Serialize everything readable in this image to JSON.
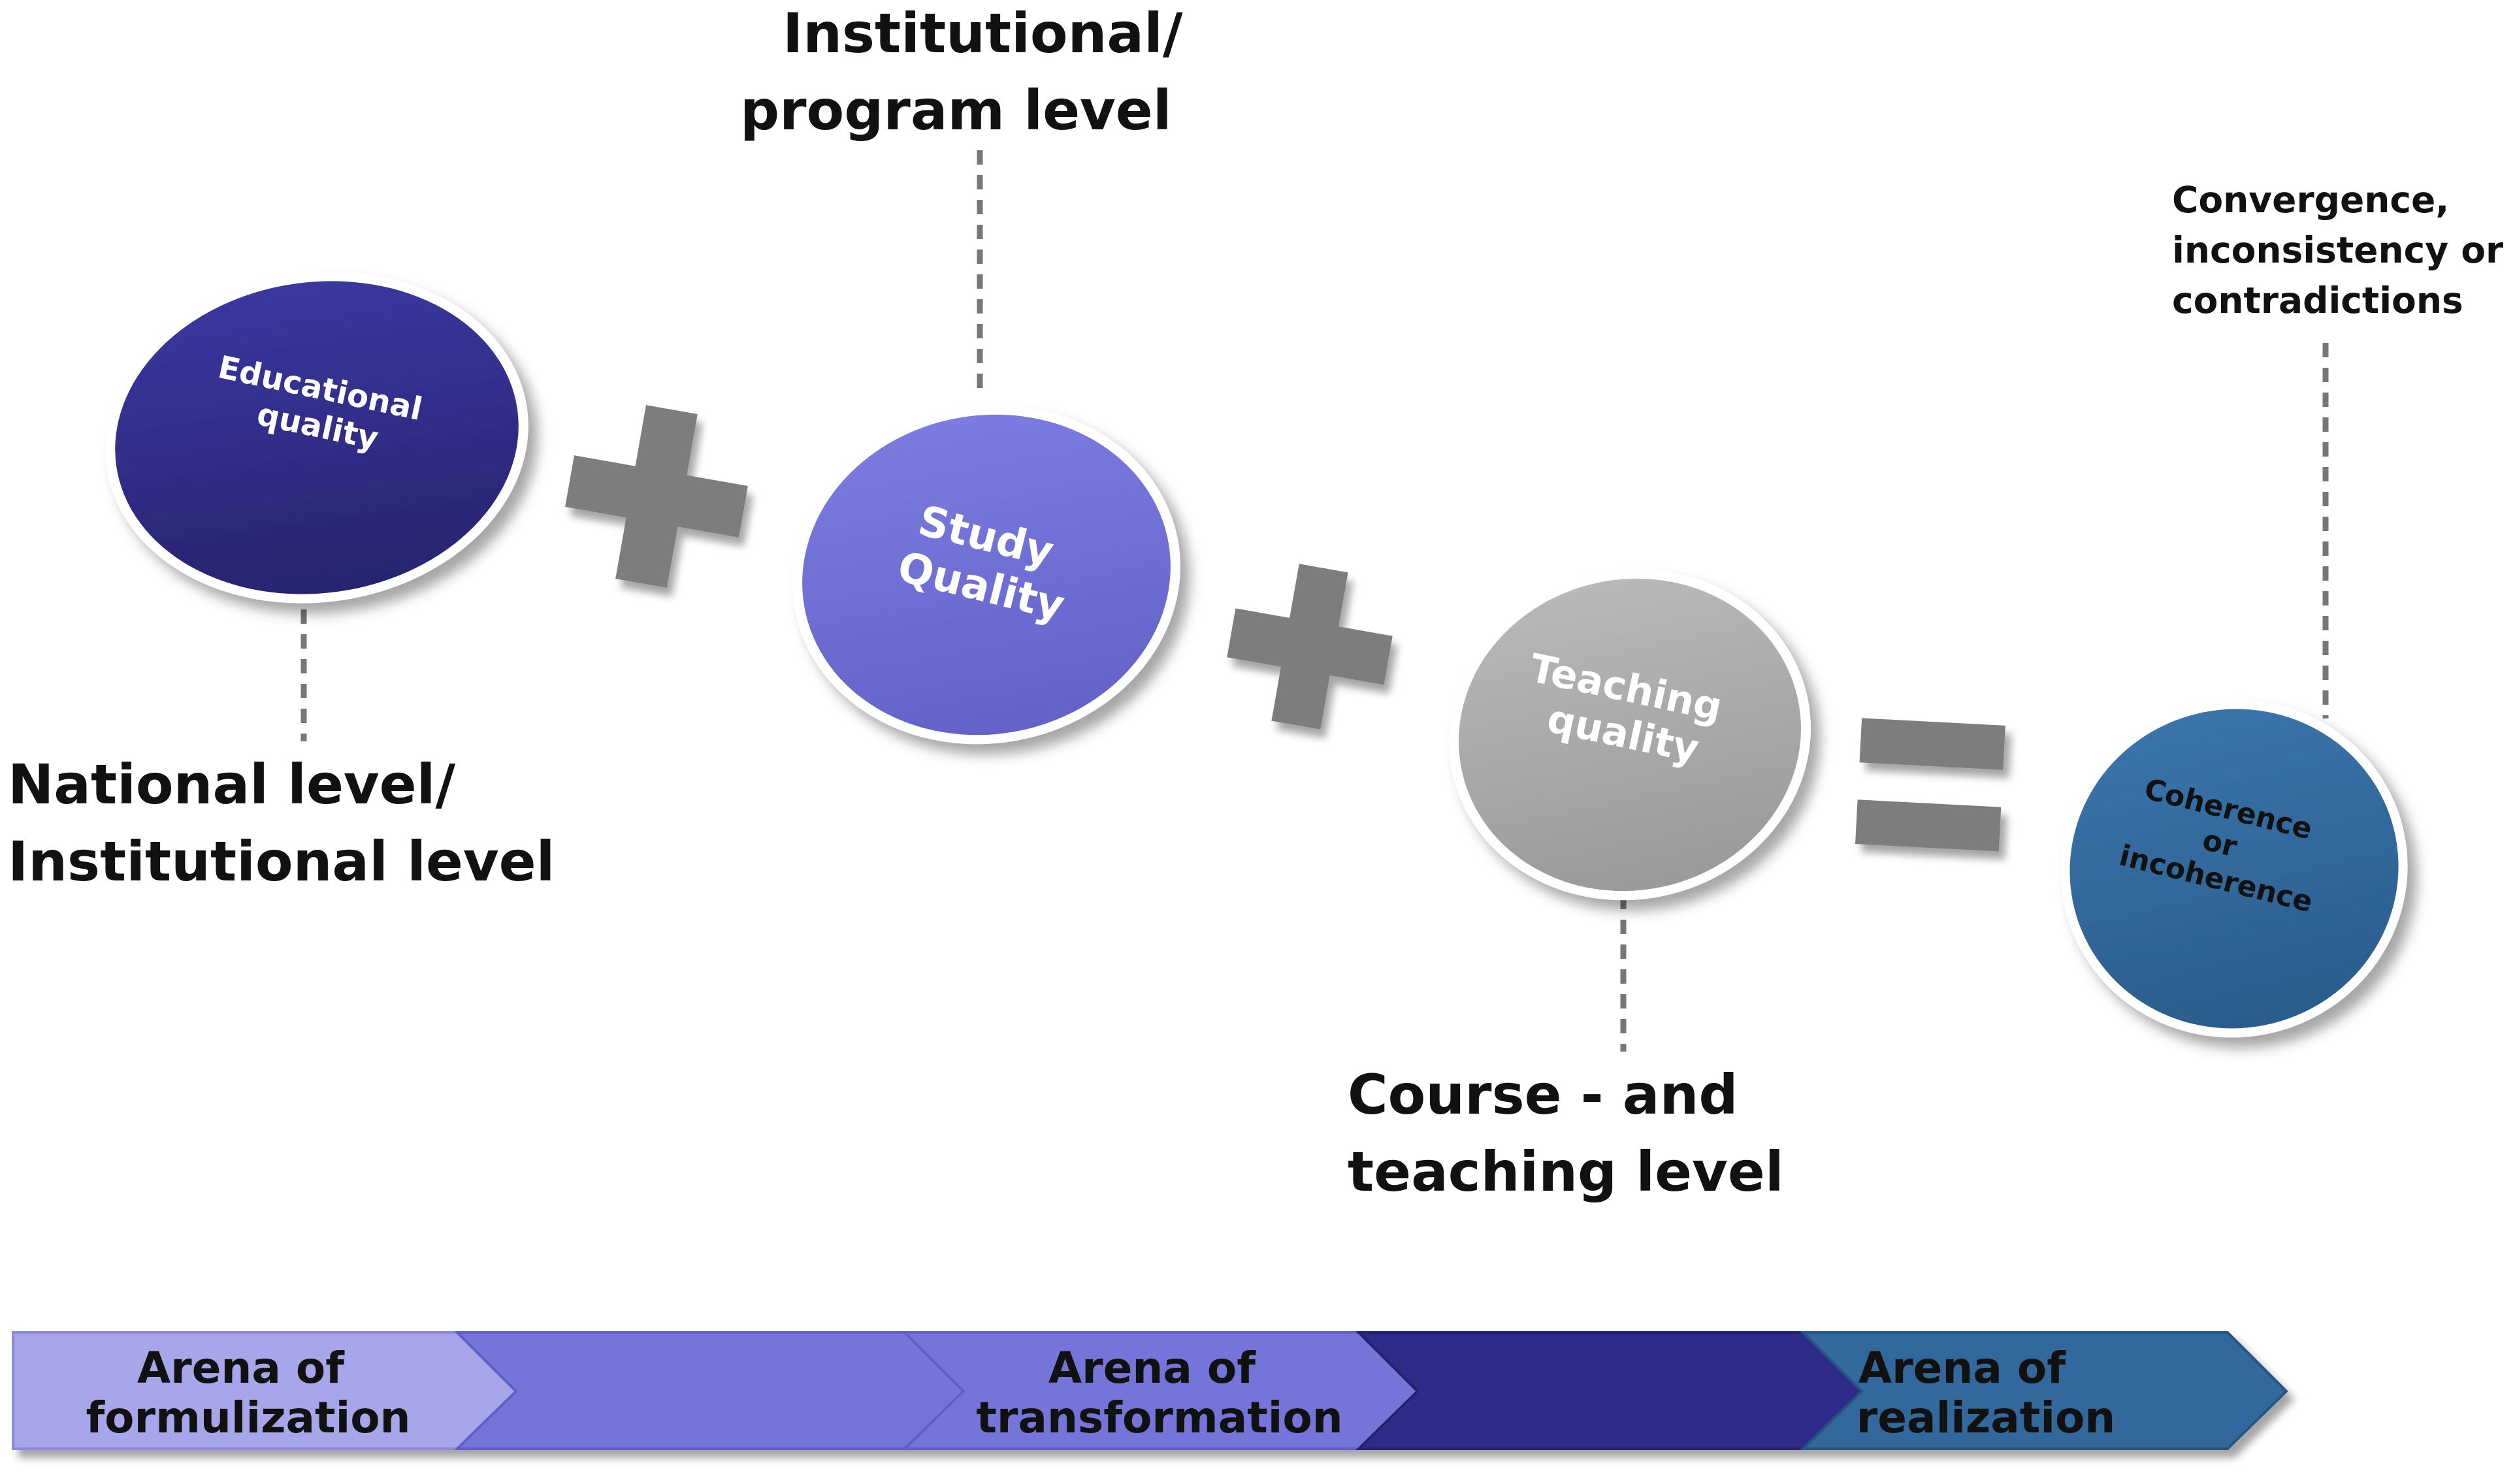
{
  "colors": {
    "educational": "#2d2a80",
    "study": "#6e6ed6",
    "teaching": "#a8a8a8",
    "coherence": "#2f6699",
    "arrow_light": "#a8a6ea",
    "arrow_mid": "#7574d9",
    "arrow_dark": "#2e2c88",
    "arrow_blue": "#33689b",
    "operator": "#7d7d7d"
  },
  "ellipses": [
    {
      "id": "educational",
      "lines": [
        "Educational",
        "quality"
      ]
    },
    {
      "id": "study",
      "lines": [
        "Study",
        "Quality"
      ]
    },
    {
      "id": "teaching",
      "lines": [
        "Teaching",
        "quality"
      ]
    },
    {
      "id": "coherence",
      "lines": [
        "Coherence",
        "or",
        "incoherence"
      ]
    }
  ],
  "levels": {
    "national": [
      "National level/",
      "Institutional level"
    ],
    "institutional": [
      "Institutional/",
      "program level"
    ],
    "course": [
      "Course - and",
      "teaching level"
    ],
    "convergence": [
      "Convergence,",
      "inconsistency or",
      "contradictions"
    ]
  },
  "operators": {
    "plus_1": "plus-icon",
    "plus_2": "plus-icon",
    "equals": "equals-icon"
  },
  "arenas": [
    {
      "lines": [
        "Arena of",
        "formulization"
      ]
    },
    {
      "lines": []
    },
    {
      "lines": [
        "Arena of",
        "transformation"
      ]
    },
    {
      "lines": []
    },
    {
      "lines": [
        "Arena of",
        "realization"
      ]
    }
  ]
}
